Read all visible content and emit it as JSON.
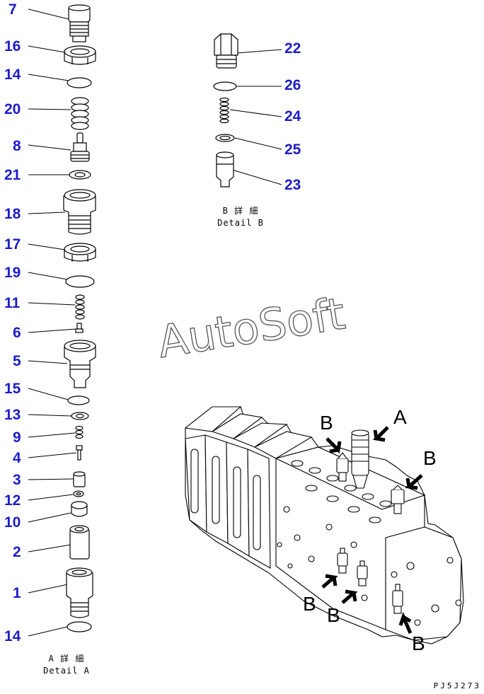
{
  "detail_a": {
    "parts": [
      "7",
      "16",
      "14",
      "20",
      "8",
      "21",
      "18",
      "17",
      "19",
      "11",
      "6",
      "5",
      "15",
      "13",
      "9",
      "4",
      "3",
      "12",
      "10",
      "2",
      "1",
      "14"
    ],
    "caption_jp": "A 詳 細",
    "caption_en": "Detail A"
  },
  "detail_b": {
    "parts": [
      "22",
      "26",
      "24",
      "25",
      "23"
    ],
    "caption_jp": "B 詳 細",
    "caption_en": "Detail B"
  },
  "watermark": "AutoSoft",
  "assembly_labels": [
    "B",
    "A",
    "B",
    "B",
    "B",
    "B"
  ],
  "drawing_code": "PJ5J273",
  "colors": {
    "part_number": "#1c1cc8",
    "line": "#000000"
  }
}
